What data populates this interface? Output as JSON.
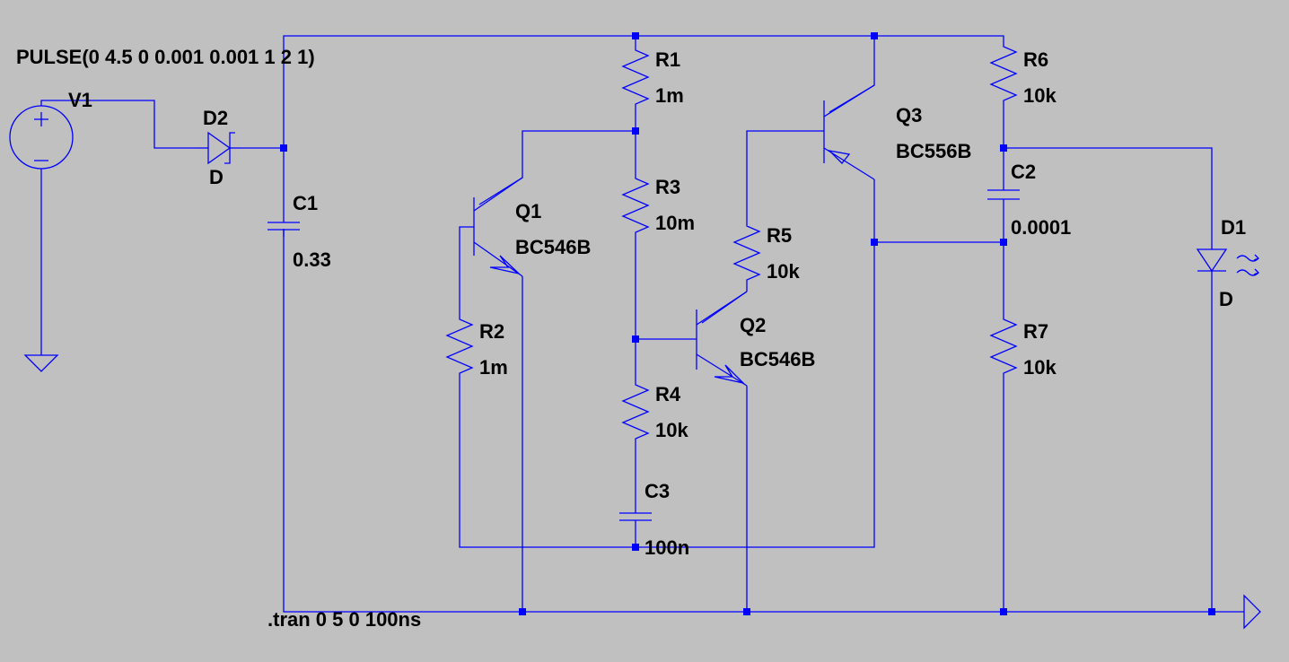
{
  "directives": {
    "pulse": "PULSE(0 4.5 0 0.001 0.001 1 2 1)",
    "tran": ".tran 0 5 0 100ns"
  },
  "components": {
    "V1": {
      "name": "V1"
    },
    "D2": {
      "name": "D2",
      "value": "D"
    },
    "D1": {
      "name": "D1",
      "value": "D"
    },
    "C1": {
      "name": "C1",
      "value": "0.33"
    },
    "C2": {
      "name": "C2",
      "value": "0.0001"
    },
    "C3": {
      "name": "C3",
      "value": "100n"
    },
    "R1": {
      "name": "R1",
      "value": "1m"
    },
    "R2": {
      "name": "R2",
      "value": "1m"
    },
    "R3": {
      "name": "R3",
      "value": "10m"
    },
    "R4": {
      "name": "R4",
      "value": "10k"
    },
    "R5": {
      "name": "R5",
      "value": "10k"
    },
    "R6": {
      "name": "R6",
      "value": "10k"
    },
    "R7": {
      "name": "R7",
      "value": "10k"
    },
    "Q1": {
      "name": "Q1",
      "value": "BC546B"
    },
    "Q2": {
      "name": "Q2",
      "value": "BC546B"
    },
    "Q3": {
      "name": "Q3",
      "value": "BC556B"
    }
  },
  "colors": {
    "background": "#c0c0c0",
    "wire": "#0000ff",
    "text": "#000000"
  }
}
